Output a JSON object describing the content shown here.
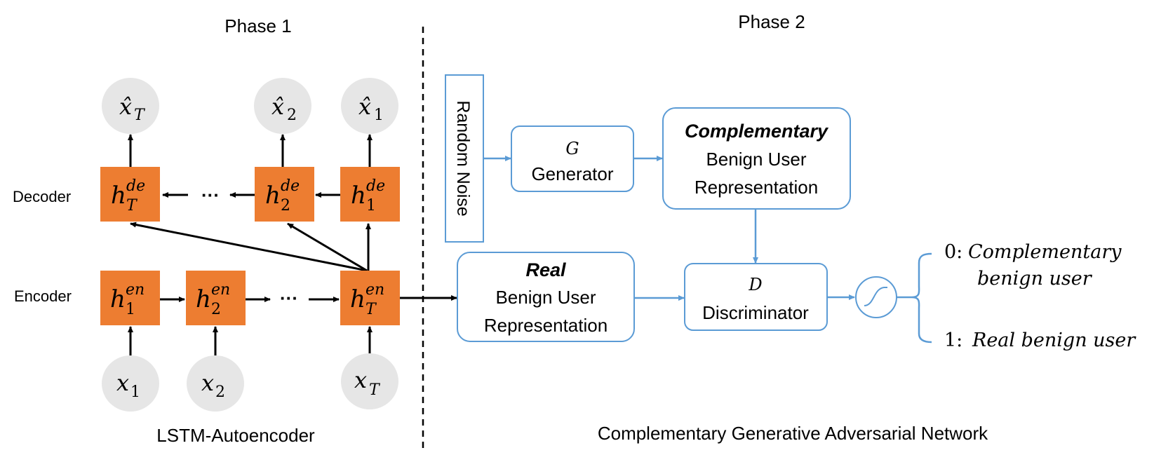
{
  "phase1": {
    "title": "Phase 1",
    "caption": "LSTM-Autoencoder",
    "decoder_label": "Decoder",
    "encoder_label": "Encoder",
    "outputs": {
      "xhat_T": "x̂",
      "xhat_T_sub": "T",
      "xhat_2": "x̂",
      "xhat_2_sub": "2",
      "xhat_1": "x̂",
      "xhat_1_sub": "1"
    },
    "decoder_cells": {
      "hT": {
        "base": "h",
        "sup": "de",
        "sub": "T"
      },
      "h2": {
        "base": "h",
        "sup": "de",
        "sub": "2"
      },
      "h1": {
        "base": "h",
        "sup": "de",
        "sub": "1"
      }
    },
    "encoder_cells": {
      "h1": {
        "base": "h",
        "sup": "en",
        "sub": "1"
      },
      "h2": {
        "base": "h",
        "sup": "en",
        "sub": "2"
      },
      "hT": {
        "base": "h",
        "sup": "en",
        "sub": "T"
      }
    },
    "inputs": {
      "x1": "x",
      "x1_sub": "1",
      "x2": "x",
      "x2_sub": "2",
      "xT": "x",
      "xT_sub": "T"
    },
    "ellipsis": "···"
  },
  "phase2": {
    "title": "Phase 2",
    "caption": "Complementary Generative Adversarial Network",
    "noise_label": "Random Noise",
    "generator": {
      "symbol": "G",
      "label": "Generator"
    },
    "complementary_box": {
      "line1": "Complementary",
      "line2": "Benign User",
      "line3": "Representation"
    },
    "real_box": {
      "line1": "Real",
      "line2": "Benign User",
      "line3": "Representation"
    },
    "discriminator": {
      "symbol": "D",
      "label": "Discriminator"
    },
    "outputs": {
      "zero_num": "0:",
      "zero_text": "Complementary",
      "zero_text2": "benign user",
      "one_num": "1:",
      "one_text": "Real benign user"
    }
  },
  "colors": {
    "cell": "#ED7D31",
    "node": "#E6E6E6",
    "flow": "#5B9BD5",
    "arrow": "#000000"
  }
}
